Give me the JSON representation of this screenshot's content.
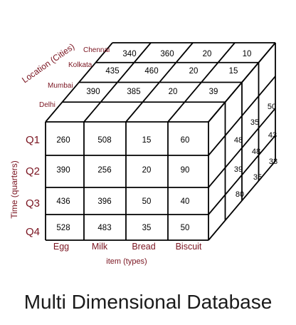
{
  "title": "Multi Dimensional Database",
  "dimensions": {
    "location": {
      "label": "Location (Cities)",
      "cities": [
        "Chennai",
        "Kolkata",
        "Mumbai",
        "Delhi"
      ]
    },
    "time": {
      "label": "Time (quarters)",
      "quarters": [
        "Q1",
        "Q2",
        "Q3",
        "Q4"
      ]
    },
    "item": {
      "label": "item (types)",
      "types": [
        "Egg",
        "Milk",
        "Bread",
        "Biscuit"
      ]
    }
  },
  "front_face": [
    [
      "260",
      "508",
      "15",
      "60"
    ],
    [
      "390",
      "256",
      "20",
      "90"
    ],
    [
      "436",
      "396",
      "50",
      "40"
    ],
    [
      "528",
      "483",
      "35",
      "50"
    ]
  ],
  "top_rows": {
    "chennai": [
      "340",
      "360",
      "20",
      "10"
    ],
    "kolkata": [
      "435",
      "460",
      "20",
      "15"
    ],
    "mumbai": [
      "390",
      "385",
      "20",
      "39"
    ]
  },
  "side_values": [
    "50",
    "35",
    "43",
    "48",
    "48",
    "38",
    "39",
    "35",
    "80"
  ],
  "colors": {
    "label": "#7a1420",
    "grid": "#000000"
  }
}
